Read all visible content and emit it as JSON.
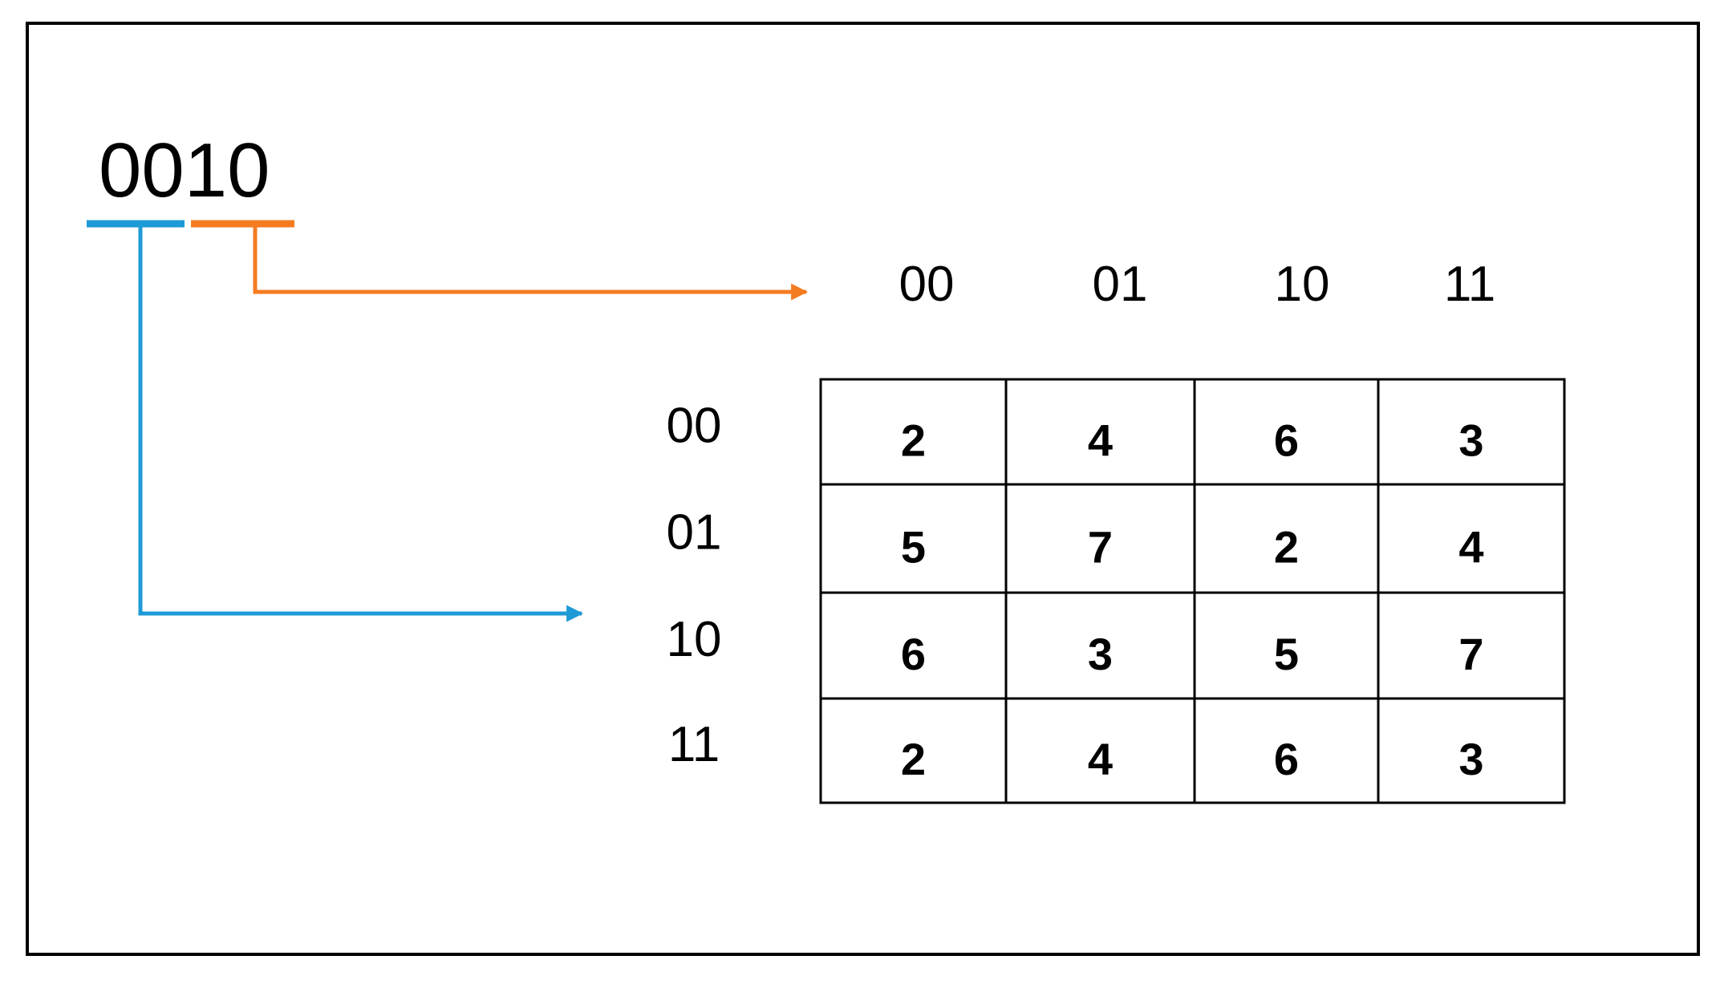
{
  "binary_input": "0010",
  "column_labels": [
    "00",
    "01",
    "10",
    "11"
  ],
  "row_labels": [
    "00",
    "01",
    "10",
    "11"
  ],
  "table": [
    [
      "2",
      "4",
      "6",
      "3"
    ],
    [
      "5",
      "7",
      "2",
      "4"
    ],
    [
      "6",
      "3",
      "5",
      "7"
    ],
    [
      "2",
      "4",
      "6",
      "3"
    ]
  ],
  "colors": {
    "row_selector": "#1E9AD6",
    "column_selector": "#F47B20",
    "frame": "#000000",
    "text": "#000000"
  }
}
